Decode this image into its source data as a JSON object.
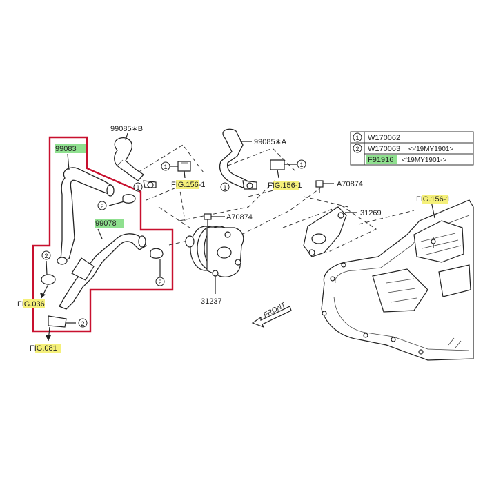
{
  "legend": {
    "rows": [
      {
        "marker": "1",
        "code": "W170062",
        "note": ""
      },
      {
        "marker": "2",
        "code": "W170063",
        "note": "<-'19MY1901>"
      },
      {
        "marker": "",
        "code": "F91916",
        "note": "<'19MY1901->"
      }
    ]
  },
  "parts": {
    "p99085b": "99085∗B",
    "p99085a": "99085∗A",
    "p99083": "99083",
    "p99078": "99078",
    "pa70874_1": "A70874",
    "pa70874_2": "A70874",
    "p31269": "31269",
    "p31237": "31237"
  },
  "figs": {
    "fig156_left": {
      "prefix": "F",
      "hl": "IG.15",
      "suffix": "6-1"
    },
    "fig156_mid": {
      "prefix": "F",
      "hl": "IG.156",
      "suffix": "-1"
    },
    "fig156_right": {
      "prefix": "F",
      "hl": "IG.156",
      "suffix": "-1"
    },
    "fig036": {
      "prefix": "F",
      "hl": "IG.03",
      "suffix": "6"
    },
    "fig081": {
      "prefix": "F",
      "hl": "IG.081",
      "suffix": ""
    }
  },
  "callouts": {
    "one": "1",
    "two": "2"
  },
  "front_label": "FRONT",
  "colors": {
    "highlight_green": "#8fe08f",
    "highlight_yellow": "#f5f07a",
    "frame_red": "#c8102e"
  }
}
